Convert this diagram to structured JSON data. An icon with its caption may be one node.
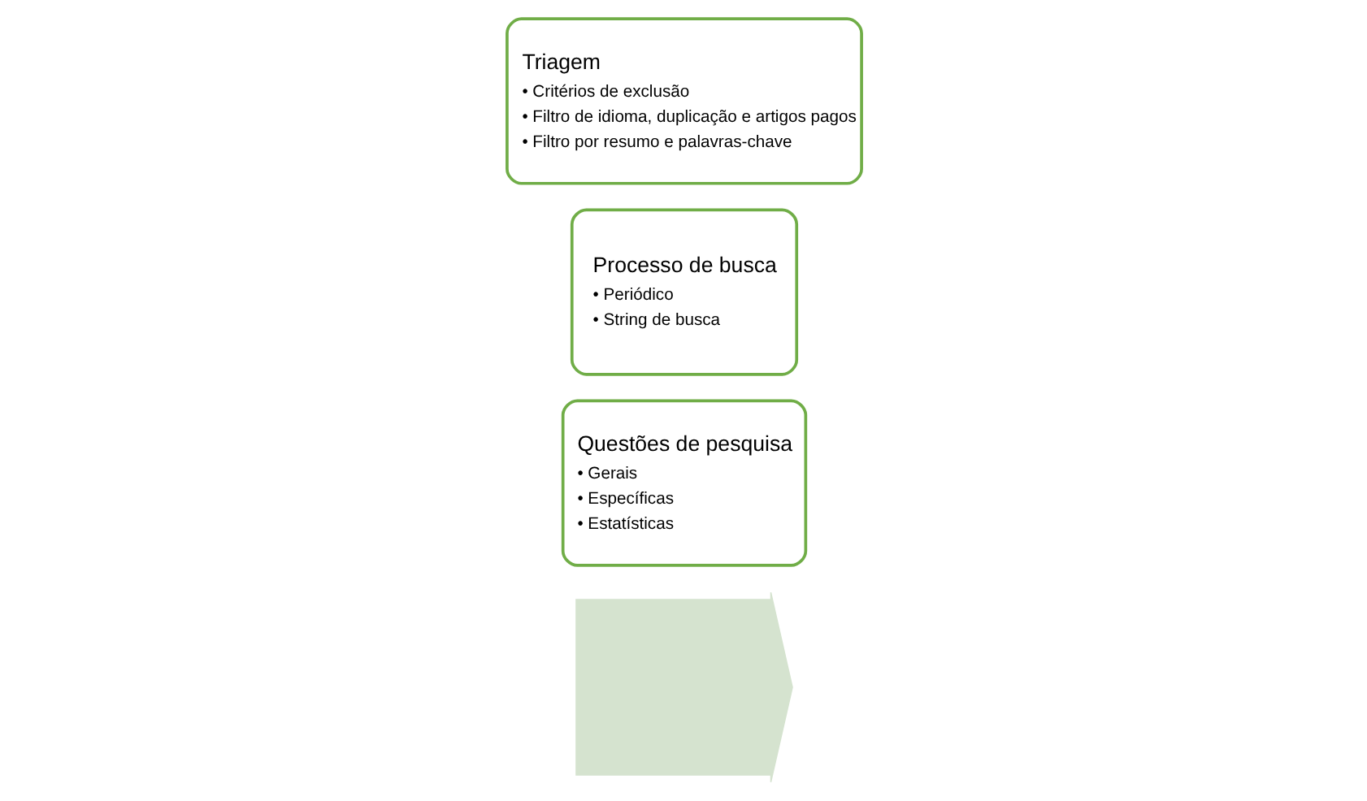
{
  "diagram": {
    "nodes": [
      {
        "text": [],
        "shape": "arrow"
      },
      {
        "text": [
          "Questões de pesquisa",
          "• Gerais",
          "• Específicas",
          "• Estatísticas"
        ]
      },
      {
        "text": [
          "Processo de busca",
          "• Periódico",
          "• String de busca"
        ]
      },
      {
        "text": [
          "Triagem",
          "• Critérios de exclusão",
          "• Filtro de idioma, duplicação e artigos pagos",
          "• Filtro por resumo e palavras-chave"
        ]
      }
    ],
    "edges": []
  }
}
